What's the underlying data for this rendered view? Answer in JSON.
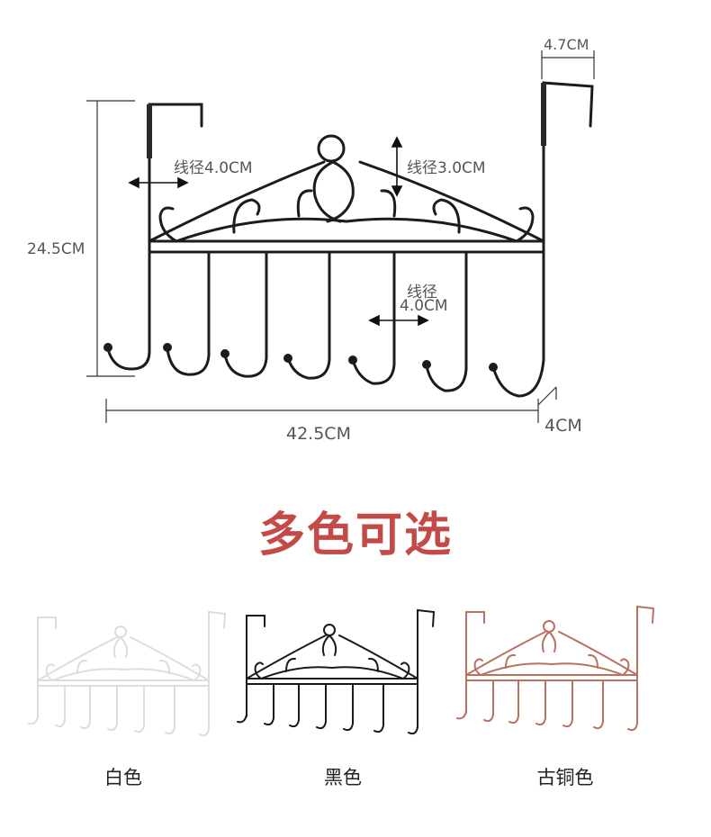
{
  "dimensions": {
    "top_width": "4.7CM",
    "wire_left": "线径4.0CM",
    "wire_top": "线径3.0CM",
    "wire_mid_line1": "线径",
    "wire_mid_line2": "4.0CM",
    "height": "24.5CM",
    "width": "42.5CM",
    "depth": "4CM"
  },
  "headline": "多色可选",
  "variants": [
    {
      "label": "白色",
      "color": "#e4e4e4"
    },
    {
      "label": "黑色",
      "color": "#1a1a1a"
    },
    {
      "label": "古铜色",
      "color": "#b8725f"
    }
  ]
}
